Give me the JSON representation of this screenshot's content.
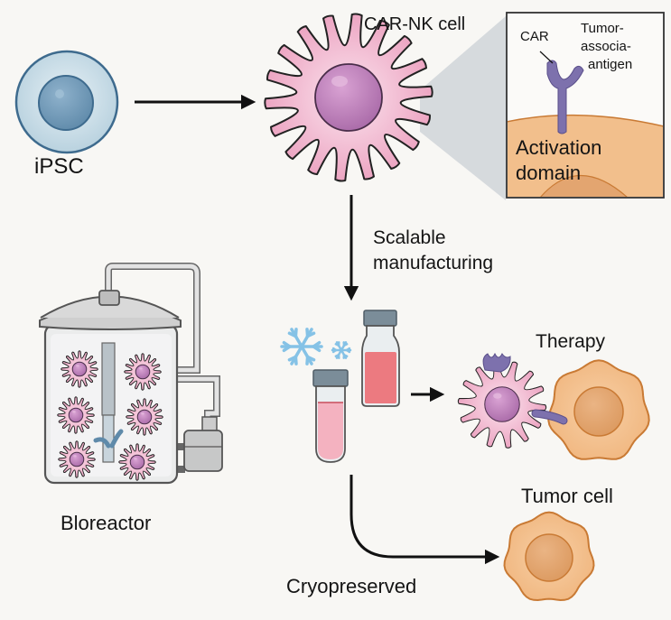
{
  "diagram": {
    "title": "iPSC-derived CAR-NK cell therapy workflow",
    "labels": {
      "ipsc": "iPSC",
      "car_nk_cell": "CAR-NK cell",
      "scalable_manufacturing_line1": "Scalable",
      "scalable_manufacturing_line2": "manufacturing",
      "bioreactor": "Bloreactor",
      "therapy": "Therapy",
      "tumor_cell": "Tumor cell",
      "cryopreserved": "Cryopreserved"
    },
    "inset": {
      "car": "CAR",
      "tumor_antigen_line1": "Tumor-",
      "tumor_antigen_line2": "associa-",
      "tumor_antigen_line3": "antigen",
      "activation_line1": "Activation",
      "activation_line2": "domain"
    },
    "nodes": [
      {
        "id": "ipsc",
        "kind": "stem-cell"
      },
      {
        "id": "car-nk",
        "kind": "nk-cell"
      },
      {
        "id": "inset",
        "kind": "receptor-zoom"
      },
      {
        "id": "bioreactor",
        "kind": "equipment",
        "cell_count": 6
      },
      {
        "id": "vials",
        "kind": "cryovials",
        "count": 2
      },
      {
        "id": "therapy",
        "kind": "nk-tumor-interaction"
      },
      {
        "id": "tumor",
        "kind": "tumor-cell"
      }
    ],
    "edges": [
      {
        "from": "ipsc",
        "to": "car-nk"
      },
      {
        "from": "car-nk",
        "to": "vials",
        "label": "Scalable manufacturing"
      },
      {
        "from": "vials",
        "to": "therapy"
      },
      {
        "from": "vials",
        "to": "tumor",
        "label": "Cryopreserved"
      }
    ],
    "colors": {
      "background": "#f8f7f4",
      "ipsc_fill": "#c4dbe6",
      "ipsc_nucleus": "#6f9ab8",
      "ipsc_stroke": "#3e6b8e",
      "nk_fill": "#eea8c4",
      "nk_nucleus": "#b77ab6",
      "tumor_fill": "#f2bf8c",
      "tumor_nucleus": "#e3a570",
      "tumor_stroke": "#c97a34",
      "receptor": "#7d71ad",
      "snowflake": "#85c2e6",
      "vial_liquid_dark": "#ec7a80",
      "vial_liquid_light": "#f4b2c0",
      "vial_cap": "#7b8d99",
      "zoom_cone": "#d6dadd",
      "steel": "#cdcecf"
    }
  }
}
